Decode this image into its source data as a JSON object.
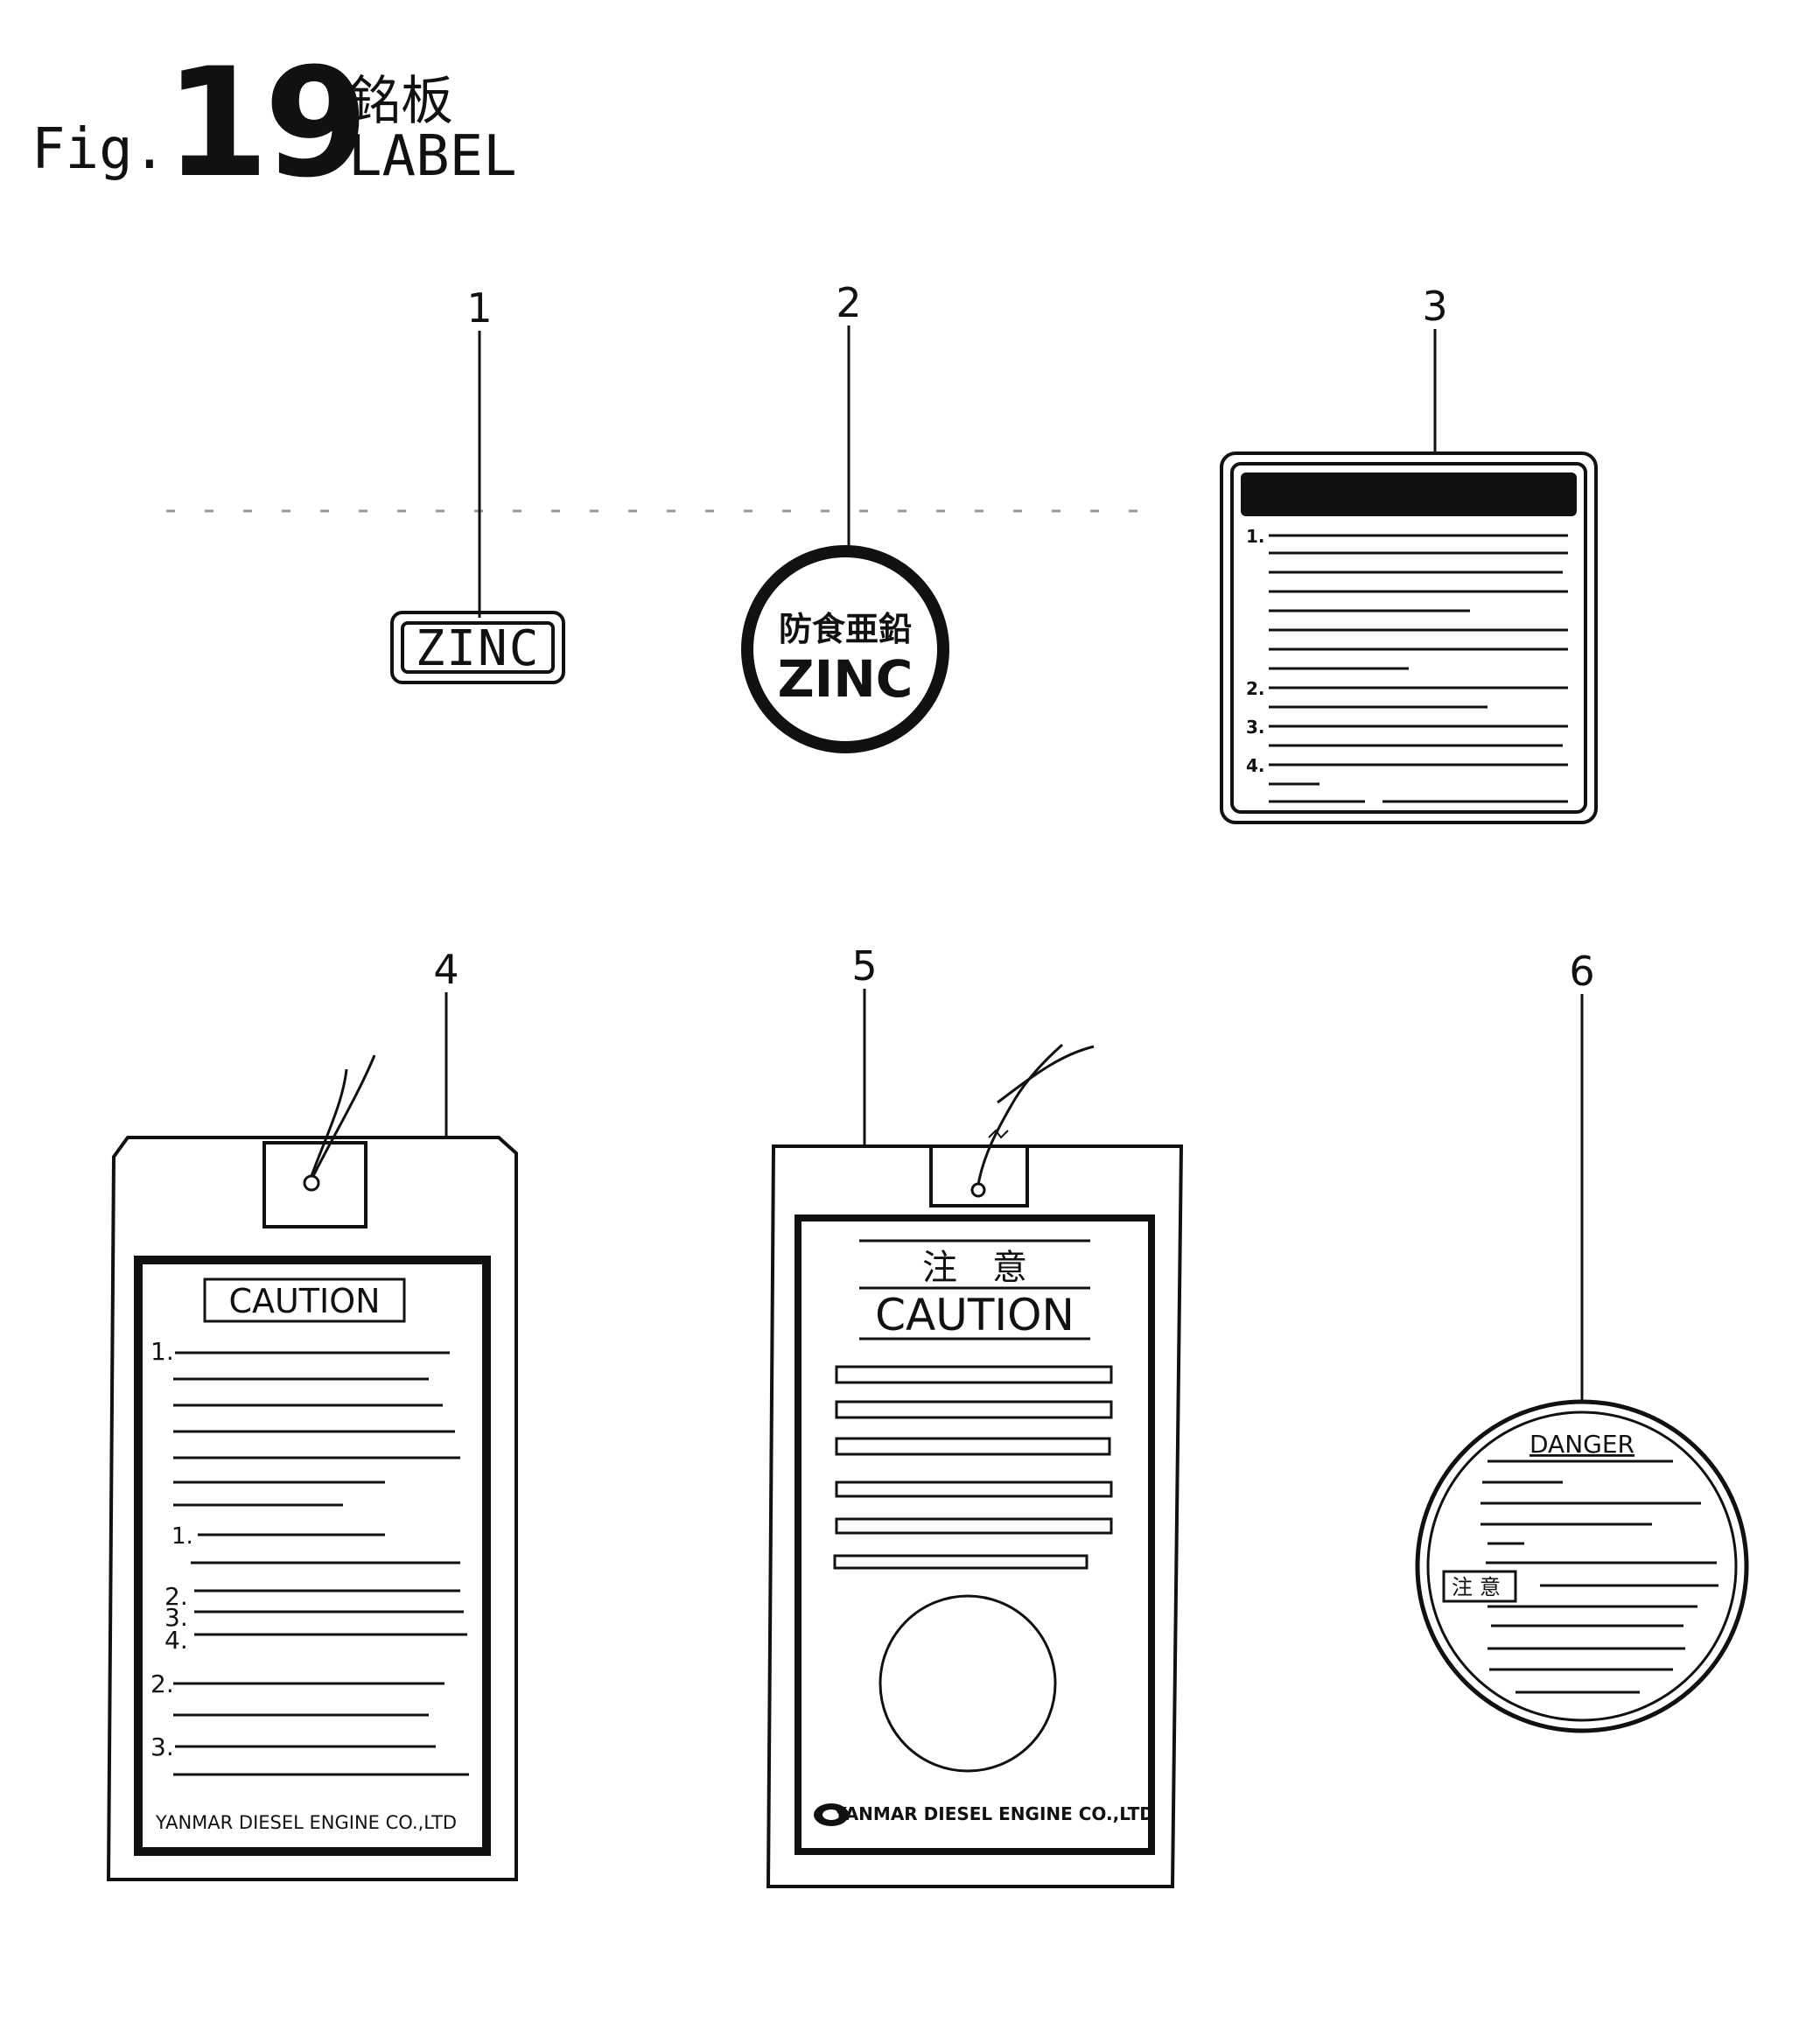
{
  "header": {
    "fig_prefix": "Fig.",
    "fig_number": "19",
    "title_jp": "銘板",
    "title_en": "LABEL"
  },
  "callouts": [
    "1",
    "2",
    "3",
    "4",
    "5",
    "6"
  ],
  "label1": {
    "text": "ZINC"
  },
  "label2": {
    "text_jp": "防食亜鉛",
    "text_en": "ZINC"
  },
  "label3": {
    "items": [
      "1.",
      "2.",
      "3.",
      "4."
    ]
  },
  "label4": {
    "heading": "CAUTION",
    "items": [
      "1.",
      "1.",
      "2.",
      "3.",
      "4.",
      "2.",
      "3."
    ],
    "footer": "YANMAR DIESEL ENGINE CO.,LTD"
  },
  "label5": {
    "heading_jp": "注　意",
    "heading": "CAUTION",
    "footer": "YANMAR DIESEL ENGINE CO.,LTD"
  },
  "label6": {
    "heading": "DANGER",
    "badge_jp": "注意"
  }
}
